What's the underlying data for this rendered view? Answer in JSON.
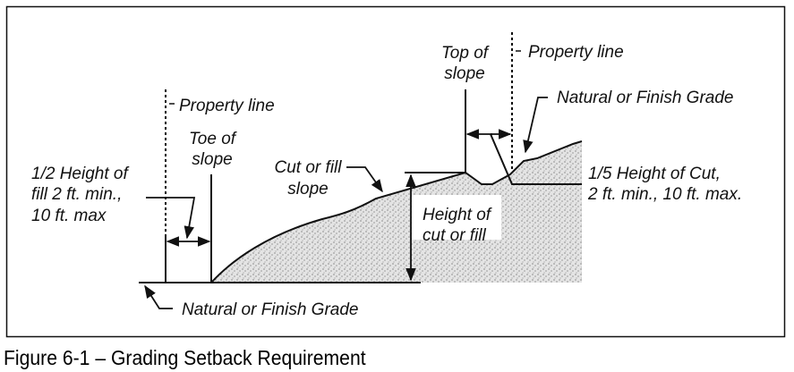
{
  "figure": {
    "caption": "Figure 6-1 – Grading Setback Requirement",
    "labels": {
      "property_line_left": "Property line",
      "property_line_right": "Property line",
      "toe_of_slope": [
        "Toe of",
        "slope"
      ],
      "top_of_slope": [
        "Top of",
        "slope"
      ],
      "half_height": [
        "1/2 Height of",
        "fill 2 ft. min.,",
        "10 ft. max"
      ],
      "cut_or_fill_slope": [
        "Cut or fill",
        "slope"
      ],
      "height_of_cut": [
        "Height of",
        "cut or fill"
      ],
      "natural_grade_bottom": "Natural or Finish Grade",
      "natural_grade_top": "Natural or Finish Grade",
      "fifth_height": [
        "1/5 Height of Cut,",
        "2 ft. min., 10 ft. max."
      ]
    }
  }
}
